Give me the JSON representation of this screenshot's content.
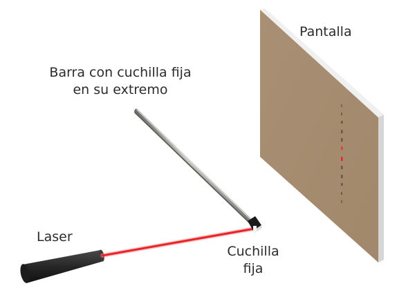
{
  "labels": {
    "screen": "Pantalla",
    "bar_line1": "Barra con cuchilla fija",
    "bar_line2": "en su extremo",
    "laser": "Laser",
    "blade_line1": "Cuchilla",
    "blade_line2": "fija"
  },
  "colors": {
    "screen_face": "#a58c70",
    "screen_edge": "#e2e2e2",
    "laser_beam": "#e8242b",
    "laser_body": "#2a2a2a",
    "bar": "#9c9b97",
    "fringe_dark": "#6b5744",
    "fringe_bright": "#e83b34"
  }
}
